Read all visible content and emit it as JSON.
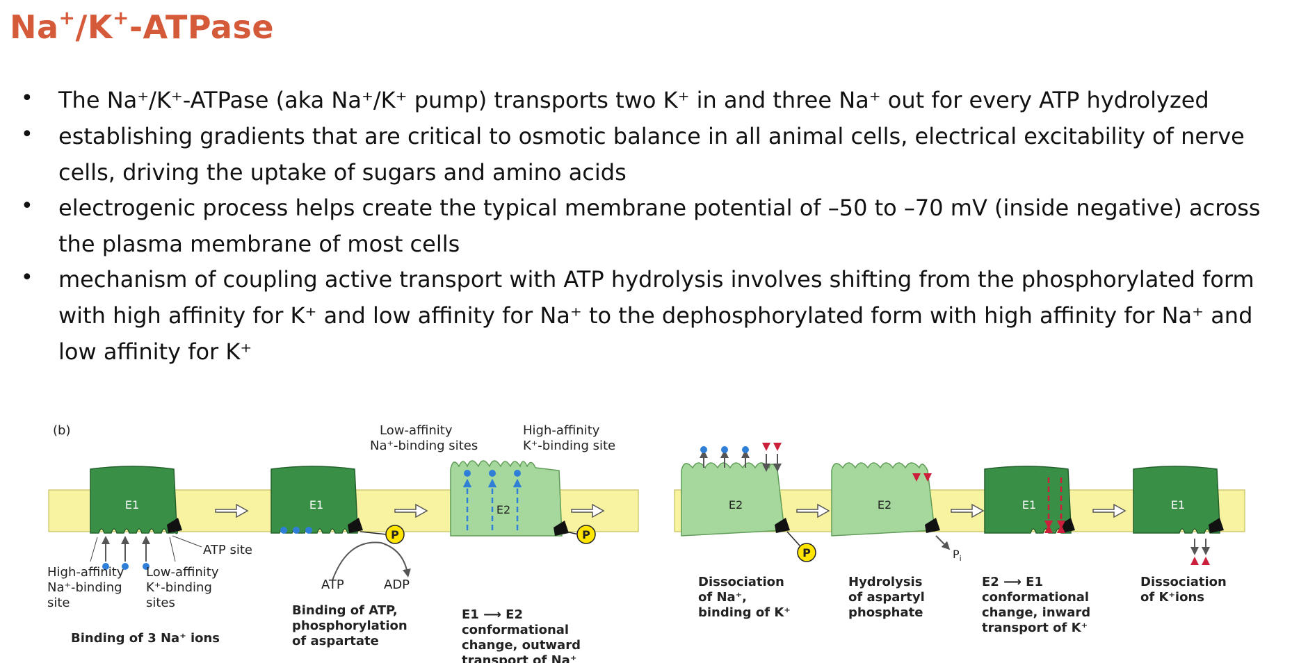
{
  "title": {
    "main": "Na",
    "sup1": "+",
    "slash": "/K",
    "sup2": "+",
    "suffix": "-ATPase"
  },
  "bullets": [
    {
      "lines": [
        "The Na⁺/K⁺-ATPase (aka Na⁺/K⁺ pump) transports two K⁺ in and three Na⁺ out for every ATP hydrolyzed"
      ]
    },
    {
      "lines": [
        "establishing gradients that are critical to osmotic balance in all animal cells, electrical excitability of nerve",
        "cells, driving the uptake of sugars and amino acids"
      ]
    },
    {
      "lines": [
        "electrogenic process helps create the typical membrane potential of –50 to –70 mV (inside negative) across",
        "the plasma membrane of most cells"
      ]
    },
    {
      "lines": [
        "mechanism of coupling active transport with ATP hydrolysis involves shifting from the phosphorylated form",
        "with high affinity for K⁺ and low affinity for Na⁺ to the dephosphorylated form with high affinity for Na⁺ and",
        "low affinity for K⁺"
      ]
    }
  ],
  "bullet_symbol": "•",
  "figure": {
    "panel_label": "(b)",
    "state_labels": {
      "e1": "E1",
      "e2": "E2"
    },
    "phosphate": "P",
    "pi": "P",
    "pi_sub": "i",
    "atp_site": "ATP site",
    "atp": "ATP",
    "adp": "ADP",
    "high_na_site": [
      "High-affinity",
      "Na⁺-binding",
      "site"
    ],
    "low_k_sites": [
      "Low-affinity",
      "K⁺-binding",
      "sites"
    ],
    "low_na_sites": [
      "Low-affinity",
      "Na⁺-binding sites"
    ],
    "high_k_site": [
      "High-affinity",
      "K⁺-binding site"
    ],
    "captions": {
      "c1": [
        "Binding of 3 Na⁺ ions"
      ],
      "c2": [
        "Binding of ATP,",
        "phosphorylation",
        "of aspartate"
      ],
      "c3": [
        "E1 ⟶ E2",
        "conformational",
        "change, outward",
        "transport of Na⁺"
      ],
      "c4": [
        "Dissociation",
        "of Na⁺,",
        "binding of K⁺"
      ],
      "c5": [
        "Hydrolysis",
        "of aspartyl",
        "phosphate"
      ],
      "c6": [
        "E2 ⟶ E1",
        "conformational",
        "change, inward",
        "transport of K⁺"
      ],
      "c7": [
        "Dissociation",
        "of K⁺ions"
      ]
    },
    "colors": {
      "membrane": "#f8f3a0",
      "e1_fill": "#3a8f47",
      "e2_fill": "#a6d89e",
      "sodium": "#2f7ed8",
      "potassium": "#cc1f3b",
      "phosphate": "#ffe500",
      "title": "#d55a3a"
    }
  }
}
